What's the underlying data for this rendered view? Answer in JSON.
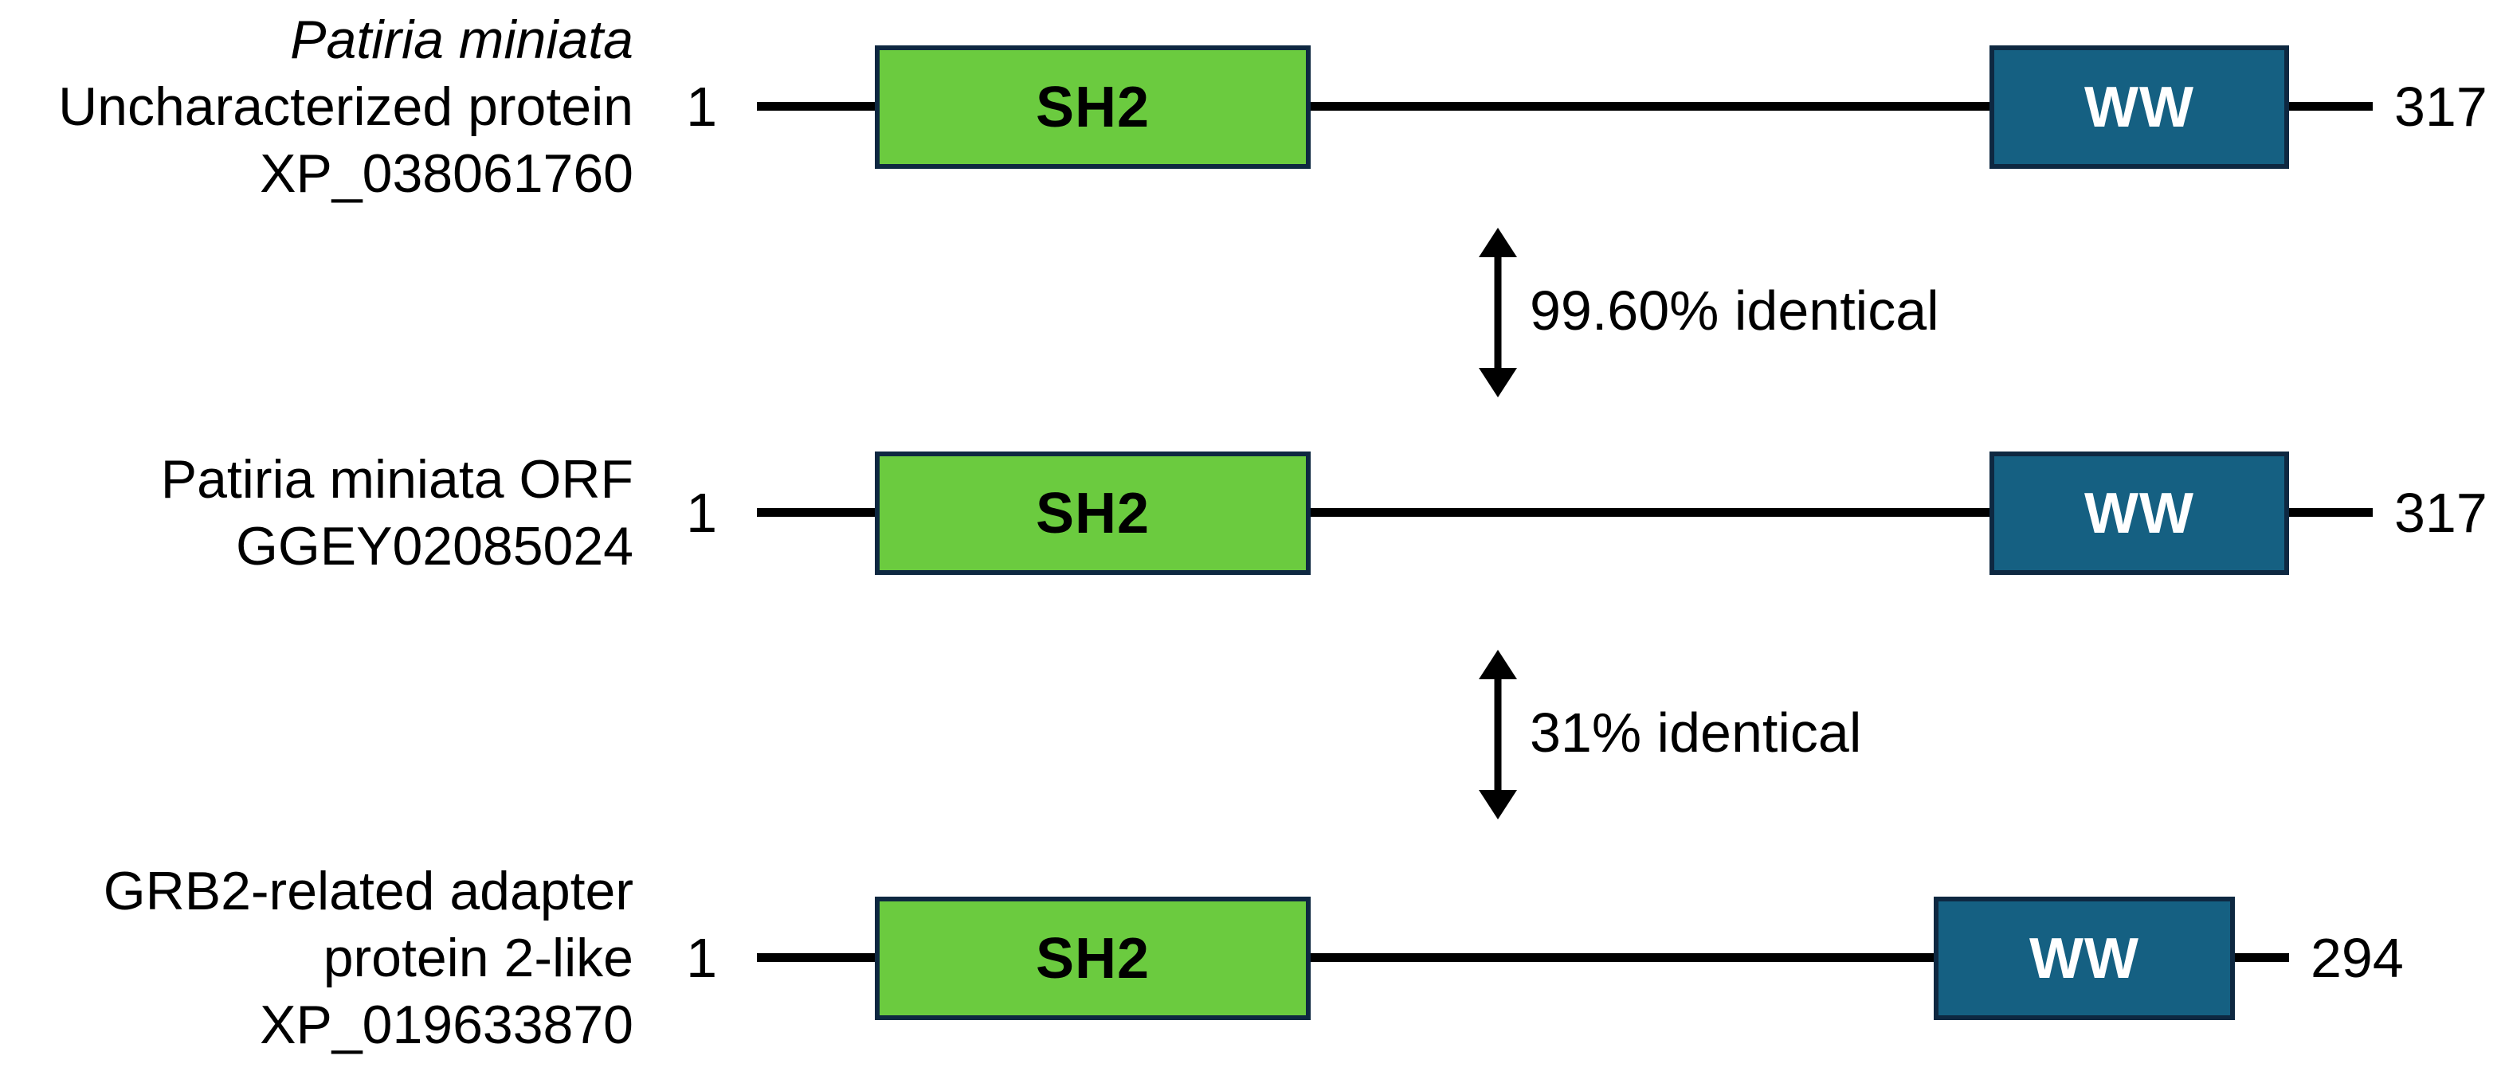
{
  "colors": {
    "background": "#ffffff",
    "sh2_fill": "#6bcb3f",
    "ww_fill": "#156082",
    "domain_border": "#0e2841",
    "line_color": "#000000",
    "text_color": "#000000",
    "ww_text": "#ffffff"
  },
  "rows": {
    "r1": {
      "name_line1": "Patiria miniata",
      "name_line2": "Uncharacterized protein",
      "name_line3": "XP_038061760",
      "start": "1",
      "end": "317",
      "domain_sh2": "SH2",
      "domain_ww": "WW"
    },
    "r2": {
      "name_line1": "Patiria miniata ORF",
      "name_line2": "GGEY02085024",
      "start": "1",
      "end": "317",
      "domain_sh2": "SH2",
      "domain_ww": "WW"
    },
    "r3": {
      "name_line1": "GRB2-related adapter",
      "name_line2": "protein 2-like",
      "name_line3": "XP_019633870",
      "start": "1",
      "end": "294",
      "domain_sh2": "SH2",
      "domain_ww": "WW"
    }
  },
  "comparisons": {
    "c1": "99.60% identical",
    "c2": "31% identical"
  }
}
